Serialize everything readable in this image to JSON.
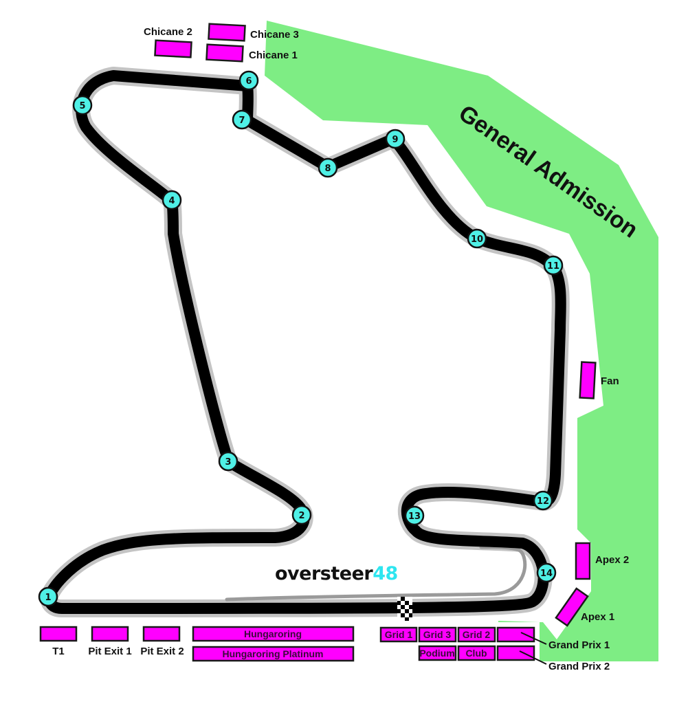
{
  "map": {
    "colors": {
      "zone_green": "#7eed84",
      "stand_magenta": "#ff00ff",
      "turn_marker": "#4ff0e6",
      "track": "#000000",
      "track_edge": "#c4c4c4",
      "pitlane": "#9a9a9a",
      "brand_accent": "#2ee6f0"
    },
    "brand": {
      "name": "oversteer",
      "suffix": "48"
    },
    "zone": {
      "label": "General Admission"
    },
    "turns": [
      "1",
      "2",
      "3",
      "4",
      "5",
      "6",
      "7",
      "8",
      "9",
      "10",
      "11",
      "12",
      "13",
      "14"
    ],
    "grandstands": {
      "chicane_1": "Chicane 1",
      "chicane_2": "Chicane 2",
      "chicane_3": "Chicane 3",
      "fan": "Fan",
      "apex_1": "Apex 1",
      "apex_2": "Apex 2",
      "t1": "T1",
      "pit_exit_1": "Pit Exit 1",
      "pit_exit_2": "Pit Exit 2",
      "hungaroring": "Hungaroring",
      "hungaroring_platinum": "Hungaroring Platinum",
      "grid_1": "Grid 1",
      "grid_3": "Grid 3",
      "grid_2": "Grid 2",
      "podium": "Podium",
      "club": "Club",
      "grand_prix_1": "Grand Prix 1",
      "grand_prix_2": "Grand Prix 2"
    }
  }
}
